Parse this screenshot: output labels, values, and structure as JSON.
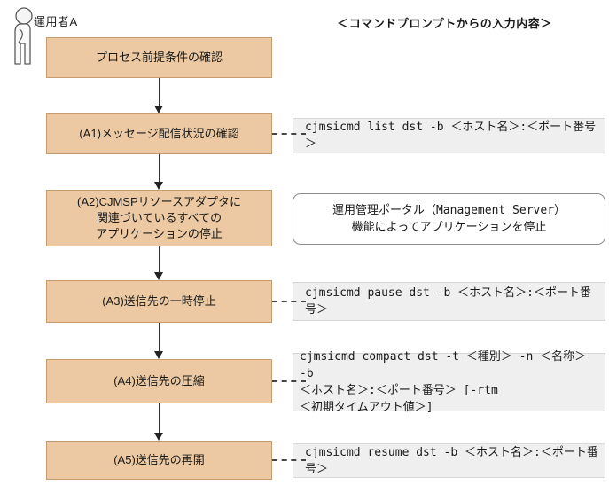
{
  "actor": {
    "label": "運用者A",
    "icon": "person-icon"
  },
  "header": {
    "title": "＜コマンドプロンプトからの入力内容＞"
  },
  "flow": {
    "steps": [
      {
        "id": "start",
        "label": "プロセス前提条件の確認"
      },
      {
        "id": "A1",
        "label": "(A1)メッセージ配信状況の確認"
      },
      {
        "id": "A2",
        "label": "(A2)CJMSPリソースアダプタに\n関連づいているすべての\nアプリケーションの停止"
      },
      {
        "id": "A3",
        "label": "(A3)送信先の一時停止"
      },
      {
        "id": "A4",
        "label": "(A4)送信先の圧縮"
      },
      {
        "id": "A5",
        "label": "(A5)送信先の再開"
      }
    ]
  },
  "annotations": {
    "a1": {
      "type": "command",
      "text": "cjmsicmd list dst -b ＜ホスト名＞:＜ポート番号＞"
    },
    "a2": {
      "type": "note",
      "text": "運用管理ポータル（Management Server）\n機能によってアプリケーションを停止"
    },
    "a3": {
      "type": "command",
      "text": "cjmsicmd pause dst -b ＜ホスト名＞:＜ポート番号＞"
    },
    "a4": {
      "type": "command",
      "text": "cjmsicmd compact dst -t ＜種別＞ -n ＜名称＞ -b\n＜ホスト名＞:＜ポート番号＞ [-rtm\n＜初期タイムアウト値＞]"
    },
    "a5": {
      "type": "command",
      "text": "cjmsicmd resume dst -b ＜ホスト名＞:＜ポート番号＞"
    }
  },
  "colors": {
    "step_fill": "#ecc9a2",
    "step_border": "#c69c6e",
    "command_fill": "#efefef",
    "command_border": "#d8d8d8",
    "note_border": "#8c8c8c",
    "connector": "#333333"
  }
}
